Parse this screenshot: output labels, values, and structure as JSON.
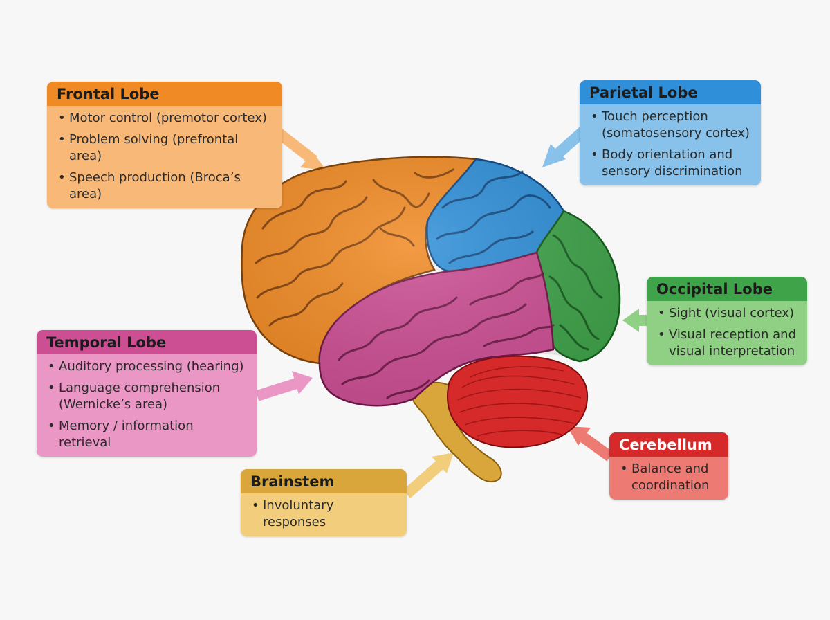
{
  "colors": {
    "frontal": "#f08a24",
    "frontal_light": "#f8b978",
    "parietal": "#2f8fd8",
    "parietal_light": "#88c2ea",
    "occipital": "#3fa34a",
    "occipital_light": "#8fd084",
    "temporal": "#cc4f94",
    "temporal_light": "#eb97c6",
    "brainstem": "#d9a63b",
    "brainstem_light": "#f1cd7c",
    "cerebellum": "#d62a2a",
    "cerebellum_light": "#ee7a74"
  },
  "labels": {
    "frontal": {
      "title": "Frontal Lobe",
      "items": [
        "Motor control (premotor cortex)",
        "Problem solving (prefrontal area)",
        "Speech production (Broca’s area)"
      ]
    },
    "parietal": {
      "title": "Parietal Lobe",
      "items": [
        [
          "Touch perception",
          "(somatosensory cortex)"
        ],
        [
          "Body orientation and",
          "sensory discrimination"
        ]
      ]
    },
    "occipital": {
      "title": "Occipital Lobe",
      "items": [
        [
          "Sight (visual cortex)"
        ],
        [
          "Visual reception and",
          "visual interpretation"
        ]
      ]
    },
    "temporal": {
      "title": "Temporal Lobe",
      "items": [
        [
          "Auditory processing (hearing)"
        ],
        [
          "Language comprehension",
          "(Wernicke’s area)"
        ],
        [
          "Memory / information retrieval"
        ]
      ]
    },
    "brainstem": {
      "title": "Brainstem",
      "items": [
        "Involuntary responses"
      ]
    },
    "cerebellum": {
      "title": "Cerebellum",
      "items": [
        [
          "Balance and",
          "coordination"
        ]
      ]
    }
  }
}
